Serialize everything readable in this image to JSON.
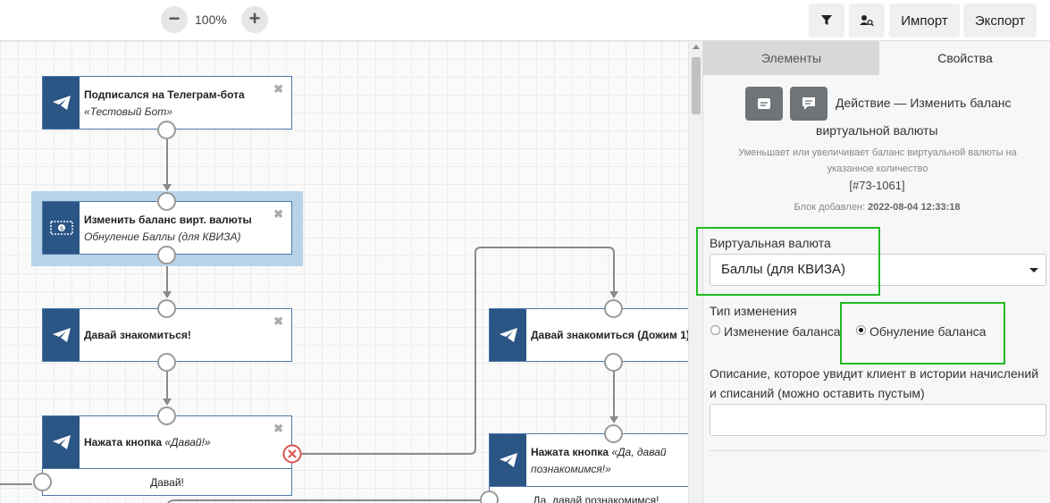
{
  "toolbar": {
    "zoom_out": "−",
    "zoom_level": "100%",
    "zoom_in": "+",
    "import_label": "Импорт",
    "export_label": "Экспорт",
    "filter_icon": "filter-icon",
    "user_search_icon": "user-search-icon"
  },
  "nodes": {
    "n1": {
      "title": "Подписался на Телеграм-бота",
      "subtitle": "«Тестовый Бот»",
      "icon": "telegram-icon"
    },
    "n2": {
      "title": "Изменить баланс вирт. валюты",
      "subtitle": "Обнуление Баллы (для КВИЗА)",
      "icon": "money-icon"
    },
    "n3": {
      "title": "Давай знакомиться!",
      "icon": "telegram-icon"
    },
    "n4": {
      "title": "Нажата кнопка",
      "title_quote": "«Давай!»",
      "footer": "Давай!",
      "icon": "telegram-icon"
    },
    "n5": {
      "title": "Давай знакомиться (Дожим 1)",
      "icon": "telegram-icon"
    },
    "n6": {
      "title": "Нажата кнопка",
      "title_quote": "«Да, давай",
      "title_quote2": "познакомимся!»",
      "footer": "Да, давай познакомимся!",
      "icon": "telegram-icon"
    },
    "close": "✖"
  },
  "panel": {
    "tab_elements": "Элементы",
    "tab_properties": "Свойства",
    "action_title_1": "Действие — Изменить баланс",
    "action_title_2": "виртуальной валюты",
    "action_desc": "Уменьшает или увеличивает баланс виртуальной валюты на указанное количество",
    "block_id": "[#73-1061]",
    "added_label": "Блок добавлен:",
    "added_value": "2022-08-04 12:33:18",
    "currency_label": "Виртуальная валюта",
    "currency_value": "Баллы (для КВИЗА)",
    "change_type_label": "Тип изменения",
    "option_change": "Изменение баланса",
    "option_reset": "Обнуление баланса",
    "selected_option": "reset",
    "desc_label_1": "Описание, которое увидит клиент в истории начислений",
    "desc_label_2": "и списаний (можно оставить пустым)",
    "desc_value": ""
  },
  "colors": {
    "node_icon_bg": "#2a5585",
    "selection": "#b8d3e8",
    "highlight": "#22bb22",
    "error_port": "#d9534f"
  }
}
